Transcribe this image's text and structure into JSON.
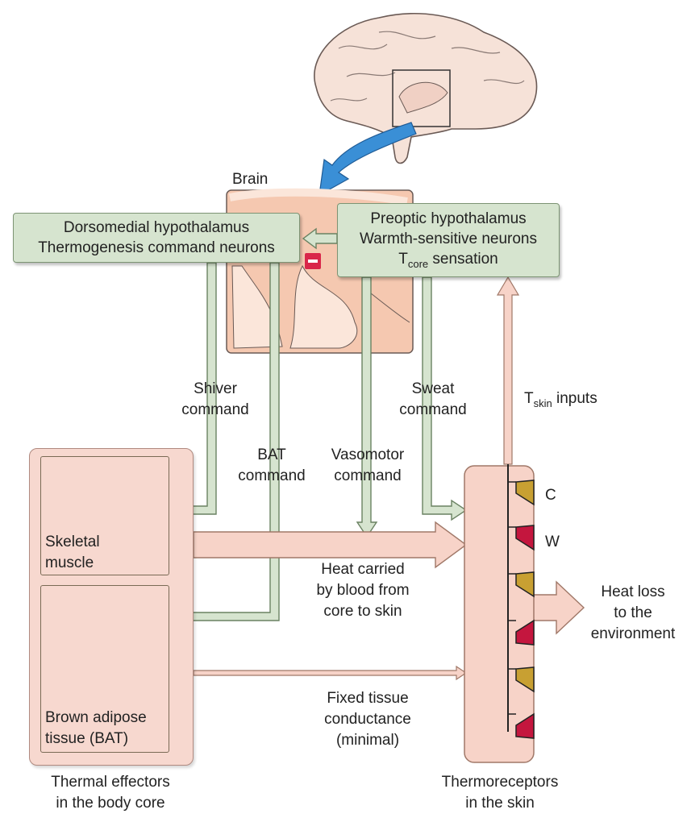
{
  "labels": {
    "brain": "Brain",
    "dmh_line1": "Dorsomedial hypothalamus",
    "dmh_line2": "Thermogenesis command neurons",
    "poa_line1": "Preoptic hypothalamus",
    "poa_line2": "Warmth-sensitive neurons",
    "poa_line3_main": "T",
    "poa_line3_sub": "core",
    "poa_line3_rest": " sensation",
    "shiver_1": "Shiver",
    "shiver_2": "command",
    "bat_1": "BAT",
    "bat_2": "command",
    "vasomotor_1": "Vasomotor",
    "vasomotor_2": "command",
    "sweat_1": "Sweat",
    "sweat_2": "command",
    "tskin_main": "T",
    "tskin_sub": "skin",
    "tskin_rest": " inputs",
    "skeletal_1": "Skeletal",
    "skeletal_2": "muscle",
    "bat_tissue_1": "Brown adipose",
    "bat_tissue_2": "tissue (BAT)",
    "heat_carried_1": "Heat carried",
    "heat_carried_2": "by blood from",
    "heat_carried_3": "core to skin",
    "fixed_1": "Fixed tissue",
    "fixed_2": "conductance",
    "fixed_3": "(minimal)",
    "receptor_c": "C",
    "receptor_w": "W",
    "heatloss_1": "Heat loss",
    "heatloss_2": "to the",
    "heatloss_3": "environment",
    "effectors_1": "Thermal effectors",
    "effectors_2": "in the body core",
    "thermoreceptors_1": "Thermoreceptors",
    "thermoreceptors_2": "in the skin",
    "inhibition_sign": "–"
  },
  "colors": {
    "command_arrow": "#d6e4cf",
    "heat_arrow": "#f7d3c8",
    "cold_receptor": "#c8a032",
    "warm_receptor": "#c4163e",
    "brain_arrow": "#3a8fd6",
    "inhibition": "#d9264a"
  }
}
